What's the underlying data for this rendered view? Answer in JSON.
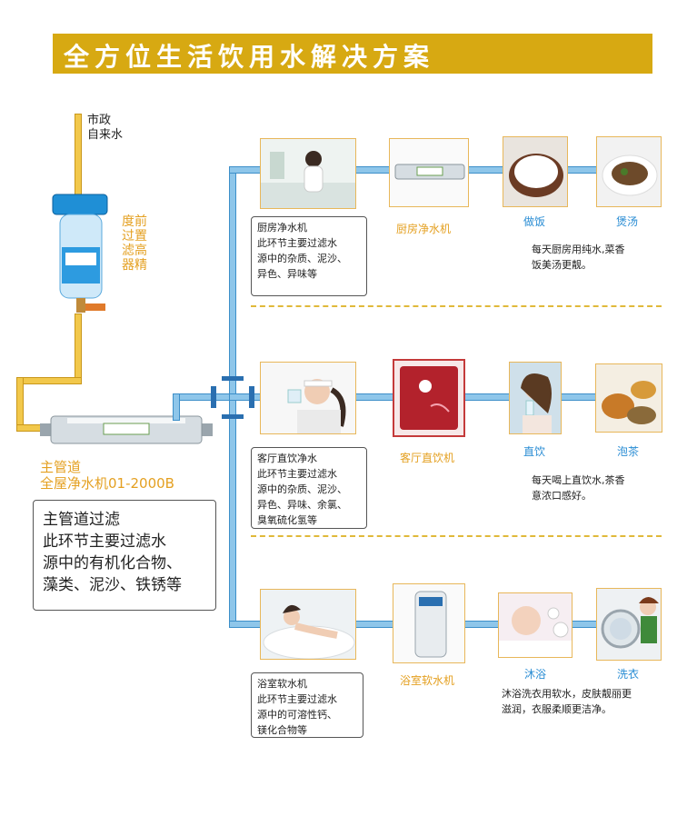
{
  "title": "全方位生活饮用水解决方案",
  "source": {
    "line1": "市政",
    "line2": "自来水"
  },
  "prefilter_label": [
    "度前",
    "过置",
    "滤高",
    "器精"
  ],
  "main": {
    "label_line1": "主管道",
    "label_line2": "全屋净水机01-2000B",
    "box": [
      "主管道过滤",
      "此环节主要过滤水",
      "源中的有机化合物、",
      "藻类、泥沙、铁锈等"
    ]
  },
  "rows": [
    {
      "box": [
        "厨房净水机",
        "此环节主要过滤水",
        "源中的杂质、泥沙、",
        "异色、异味等"
      ],
      "device": "厨房净水机",
      "uses": [
        "做饭",
        "煲汤"
      ],
      "desc": [
        "每天厨房用纯水,菜香",
        "饭美汤更靓。"
      ]
    },
    {
      "box": [
        "客厅直饮净水",
        "此环节主要过滤水",
        "源中的杂质、泥沙、",
        "异色、异味、余氯、",
        "臭氧硫化氢等"
      ],
      "device": "客厅直饮机",
      "uses": [
        "直饮",
        "泡茶"
      ],
      "desc": [
        "每天喝上直饮水,茶香",
        "意浓口感好。"
      ]
    },
    {
      "box": [
        "浴室软水机",
        "此环节主要过滤水",
        "源中的可溶性钙、",
        "镁化合物等"
      ],
      "device": "浴室软水机",
      "uses": [
        "沐浴",
        "洗衣"
      ],
      "desc": [
        "沐浴洗衣用软水，皮肤靓丽更",
        "滋润，衣服柔顺更洁净。"
      ]
    }
  ],
  "colors": {
    "accent": "#d7a912",
    "pipe_blue": "#8ec6ea",
    "pipe_yellow": "#f2c84b",
    "caption_orange": "#e4a021",
    "caption_blue": "#2a8dd4"
  }
}
